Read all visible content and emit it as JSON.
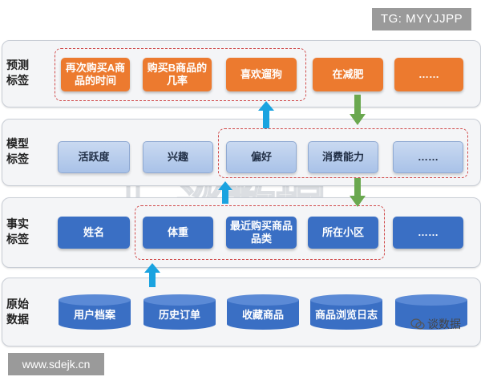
{
  "tag": "TG: MYYJJPP",
  "site": "www.sdejk.cn",
  "wechat_label": "谈数据",
  "watermark_text": "谈数据",
  "layers": {
    "prediction": {
      "label": "预测\n标签",
      "items": [
        "再次购买A商品的时间",
        "购买B商品的几率",
        "喜欢遛狗",
        "在减肥",
        "……"
      ]
    },
    "model": {
      "label": "模型\n标签",
      "items": [
        "活跃度",
        "兴趣",
        "偏好",
        "消费能力",
        "……"
      ]
    },
    "fact": {
      "label": "事实\n标签",
      "items": [
        "姓名",
        "体重",
        "最近购买商品品类",
        "所在小区",
        "……"
      ]
    },
    "raw": {
      "label": "原始\n数据",
      "items": [
        "用户档案",
        "历史订单",
        "收藏商品",
        "商品浏览日志",
        ""
      ]
    }
  },
  "colors": {
    "orange": "#ec7a2f",
    "dark_blue": "#3a6fc4",
    "light_blue": "#b7cdef",
    "up_arrow": "#1aa3e0",
    "down_arrow": "#6aa84f",
    "dashed": "#d04a4a"
  }
}
